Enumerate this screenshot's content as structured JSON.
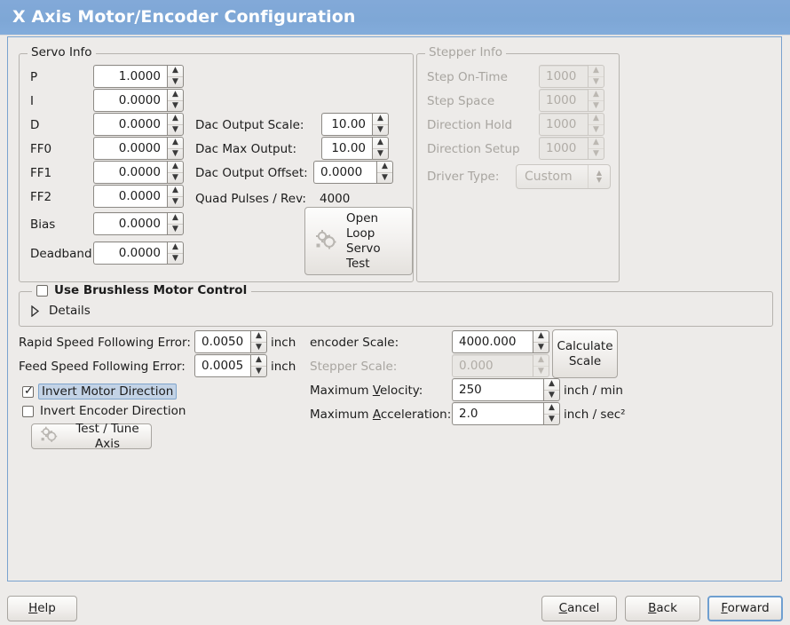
{
  "window": {
    "title": "X Axis Motor/Encoder Configuration"
  },
  "servo": {
    "group_title": "Servo Info",
    "rows": [
      {
        "label": "P",
        "value": "1.0000"
      },
      {
        "label": "I",
        "value": "0.0000"
      },
      {
        "label": "D",
        "value": "0.0000"
      },
      {
        "label": "FF0",
        "value": "0.0000"
      },
      {
        "label": "FF1",
        "value": "0.0000"
      },
      {
        "label": "FF2",
        "value": "0.0000"
      },
      {
        "label": "Bias",
        "value": "0.0000"
      },
      {
        "label": "Deadband",
        "value": "0.0000"
      }
    ],
    "dac_output_scale_label": "Dac Output Scale:",
    "dac_output_scale_value": "10.00",
    "dac_max_output_label": "Dac Max Output:",
    "dac_max_output_value": "10.00",
    "dac_output_offset_label": "Dac Output Offset:",
    "dac_output_offset_value": "0.0000",
    "quad_pulses_label": "Quad Pulses / Rev:",
    "quad_pulses_value": "4000",
    "open_loop_button": "Open\nLoop\nServo\nTest",
    "open_loop_button_lines": [
      "Open",
      "Loop",
      "Servo",
      "Test"
    ]
  },
  "stepper": {
    "group_title": "Stepper Info",
    "enabled": false,
    "rows": [
      {
        "label": "Step On-Time",
        "value": "1000"
      },
      {
        "label": "Step Space",
        "value": "1000"
      },
      {
        "label": "Direction Hold",
        "value": "1000"
      },
      {
        "label": "Direction Setup",
        "value": "1000"
      }
    ],
    "driver_type_label": "Driver Type:",
    "driver_type_value": "Custom"
  },
  "brushless": {
    "checkbox_label": "Use Brushless Motor Control",
    "checked": false,
    "details_label": "Details",
    "details_expanded": false
  },
  "errors": {
    "rapid_label": "Rapid Speed Following Error:",
    "rapid_value": "0.0050",
    "rapid_unit": "inch",
    "feed_label": "Feed Speed Following Error:",
    "feed_value": "0.0005",
    "feed_unit": "inch"
  },
  "inverts": {
    "motor_label": "Invert Motor Direction",
    "motor_checked": true,
    "encoder_label": "Invert Encoder Direction",
    "encoder_checked": false
  },
  "test_tune_button": "Test / Tune Axis",
  "scales": {
    "encoder_label": "encoder Scale:",
    "encoder_value": "4000.000",
    "stepper_label": "Stepper Scale:",
    "stepper_value": "0.000",
    "calculate_line1": "Calculate",
    "calculate_line2": "Scale",
    "max_velocity_label_pre": "Maximum ",
    "max_velocity_label_mnemonic": "V",
    "max_velocity_label_post": "elocity:",
    "max_velocity_value": "250",
    "max_velocity_unit": "inch / min",
    "max_accel_label_pre": "Maximum ",
    "max_accel_label_mnemonic": "A",
    "max_accel_label_post": "cceleration:",
    "max_accel_value": "2.0",
    "max_accel_unit": "inch / sec²"
  },
  "footer": {
    "help_pre": "",
    "help_mnemonic": "H",
    "help_post": "elp",
    "cancel_pre": "",
    "cancel_mnemonic": "C",
    "cancel_post": "ancel",
    "back_pre": "",
    "back_mnemonic": "B",
    "back_post": "ack",
    "forward_pre": "",
    "forward_mnemonic": "F",
    "forward_post": "orward"
  },
  "colors": {
    "titlebar": "#7ea7d6",
    "background": "#edebe9",
    "accent_border": "#7aa3cf",
    "selection": "#c3d3e6"
  }
}
